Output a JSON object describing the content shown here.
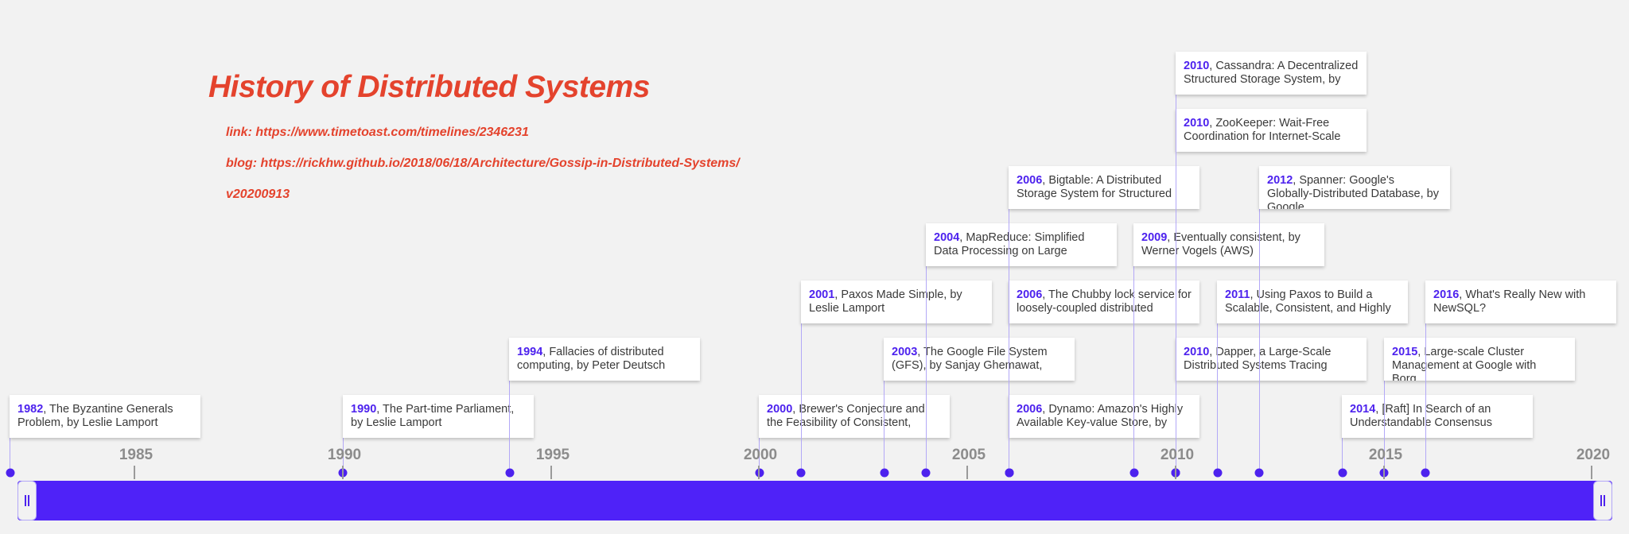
{
  "title": "History of Distributed Systems",
  "meta": {
    "link": "link: https://www.timetoast.com/timelines/2346231",
    "blog": "blog: https://rickhw.github.io/2018/06/18/Architecture/Gossip-in-Distributed-Systems/",
    "version": "v20200913"
  },
  "axis": {
    "labels": [
      "1985",
      "1990",
      "1995",
      "2000",
      "2005",
      "2010",
      "2015",
      "2020"
    ]
  },
  "events": [
    {
      "year": "1982",
      "text": ", The Byzantine Generals Problem, by Leslie Lamport"
    },
    {
      "year": "1990",
      "text": ", The Part-time Parliament, by Leslie Lamport"
    },
    {
      "year": "1994",
      "text": ", Fallacies of distributed computing, by Peter Deutsch"
    },
    {
      "year": "2000",
      "text": ", Brewer's Conjecture and the Feasibility of Consistent,"
    },
    {
      "year": "2001",
      "text": ", Paxos Made Simple, by Leslie Lamport"
    },
    {
      "year": "2003",
      "text": ", The Google File System (GFS), by Sanjay Ghemawat,"
    },
    {
      "year": "2004",
      "text": ", MapReduce: Simplified Data Processing on Large"
    },
    {
      "year": "2006",
      "text": ", Dynamo: Amazon's Highly Available Key-value Store, by"
    },
    {
      "year": "2006",
      "text": ", The Chubby lock service for loosely-coupled distributed"
    },
    {
      "year": "2006",
      "text": ", Bigtable: A Distributed Storage System for Structured"
    },
    {
      "year": "2009",
      "text": ", Eventually consistent, by Werner Vogels (AWS)"
    },
    {
      "year": "2010",
      "text": ", Dapper, a Large-Scale Distributed Systems Tracing"
    },
    {
      "year": "2010",
      "text": ", ZooKeeper: Wait-Free Coordination for Internet-Scale"
    },
    {
      "year": "2010",
      "text": ", Cassandra: A Decentralized Structured Storage System, by"
    },
    {
      "year": "2011",
      "text": ", Using Paxos to Build a Scalable, Consistent, and Highly"
    },
    {
      "year": "2012",
      "text": ", Spanner: Google's Globally-Distributed Database, by Google"
    },
    {
      "year": "2014",
      "text": ", [Raft] In Search of an Understandable Consensus"
    },
    {
      "year": "2015",
      "text": ", Large-scale Cluster Management at Google with Borg,"
    },
    {
      "year": "2016",
      "text": ", What's Really New with NewSQL?"
    }
  ]
}
